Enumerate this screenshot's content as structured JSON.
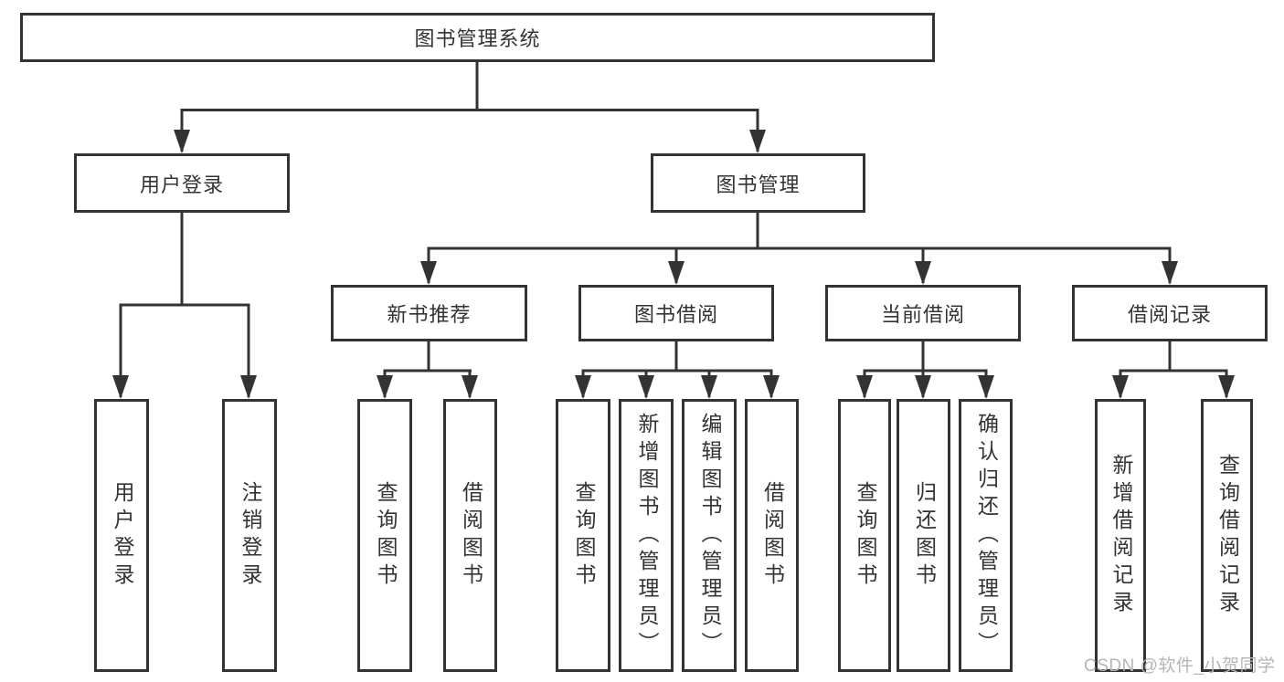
{
  "diagram": {
    "root": {
      "label": "图书管理系统"
    },
    "branches": [
      {
        "label": "用户登录",
        "children": [
          {
            "label": "用户登录"
          },
          {
            "label": "注销登录"
          }
        ]
      },
      {
        "label": "图书管理",
        "children": [
          {
            "label": "新书推荐",
            "children": [
              {
                "label": "查询图书"
              },
              {
                "label": "借阅图书"
              }
            ]
          },
          {
            "label": "图书借阅",
            "children": [
              {
                "label": "查询图书"
              },
              {
                "label": "新增图书（管理员）"
              },
              {
                "label": "编辑图书（管理员）"
              },
              {
                "label": "借阅图书"
              }
            ]
          },
          {
            "label": "当前借阅",
            "children": [
              {
                "label": "查询图书"
              },
              {
                "label": "归还图书"
              },
              {
                "label": "确认归还（管理员）"
              }
            ]
          },
          {
            "label": "借阅记录",
            "children": [
              {
                "label": "新增借阅记录"
              },
              {
                "label": "查询借阅记录"
              }
            ]
          }
        ]
      }
    ]
  },
  "watermark": {
    "text": "CSDN @软件_小贺同学"
  },
  "colors": {
    "line": "#333333",
    "text": "#333333",
    "box_background": "#ffffff",
    "watermark": "#b5b5b5",
    "background": "#ffffff"
  }
}
